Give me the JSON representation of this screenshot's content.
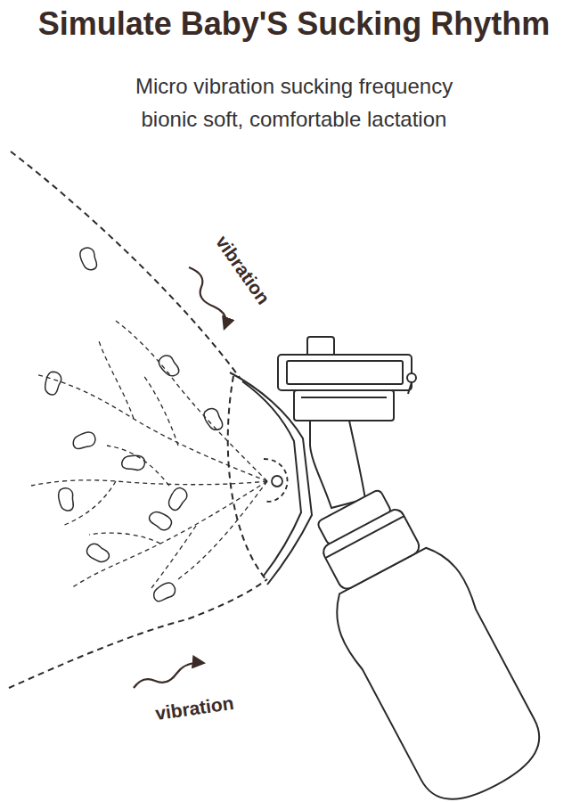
{
  "diagram": {
    "title": "Simulate Baby'S Sucking Rhythm",
    "labels": [
      "Micro vibration sucking frequency",
      "bionic soft, comfortable lactation",
      "vibration",
      "vibration"
    ]
  }
}
